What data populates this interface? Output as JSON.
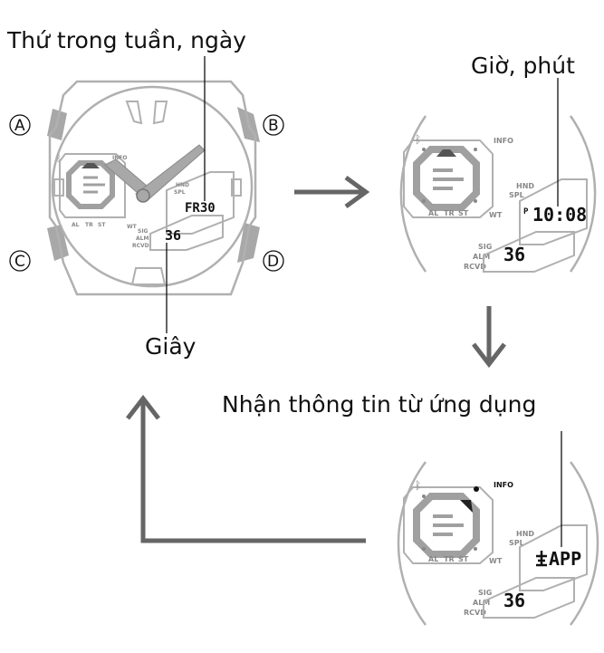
{
  "captions": {
    "weekday_date": "Thứ trong tuần, ngày",
    "hour_minute": "Giờ, phút",
    "seconds": "Giây",
    "app_info": "Nhận thông tin từ ứng dụng"
  },
  "buttons": {
    "a": "A",
    "b": "B",
    "c": "C",
    "d": "D"
  },
  "watch_labels": {
    "info": "INFO",
    "hnd": "HND",
    "spl": "SPL",
    "wt": "WT",
    "sig": "SIG",
    "alm": "ALM",
    "rcvd": "RCVD",
    "al": "AL",
    "tr": "TR",
    "st": "ST"
  },
  "screens": {
    "weekday_date": "FR30",
    "seconds": "36",
    "pm_indicator": "P",
    "time": "10:08",
    "app": "APP"
  },
  "colors": {
    "outline": "#b0b0b0",
    "button_fill": "#a8a8a8",
    "arrow": "#666666",
    "text": "#111111"
  }
}
